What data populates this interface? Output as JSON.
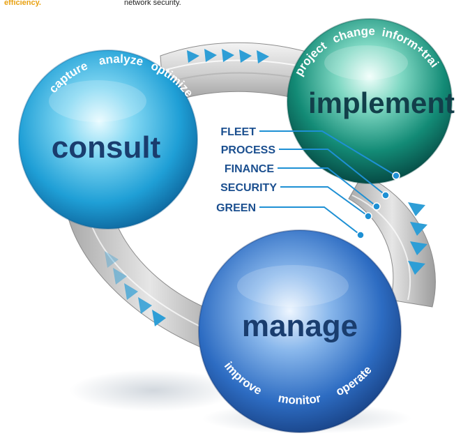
{
  "top_text": {
    "left": "efficiency.",
    "right": "network security."
  },
  "circles": {
    "consult": {
      "title": "consult",
      "arc_words": [
        "capture",
        "analyze",
        "optimize"
      ]
    },
    "implement": {
      "title": "implement",
      "arc_words": [
        "project",
        "change",
        "inform+train"
      ]
    },
    "manage": {
      "title": "manage",
      "arc_words": [
        "improve",
        "monitor",
        "operate"
      ]
    }
  },
  "categories": [
    "FLEET",
    "PROCESS",
    "FINANCE",
    "SECURITY",
    "GREEN"
  ],
  "colors": {
    "consult": "#2aa7db",
    "implement": "#0f8a7a",
    "manage": "#2f6fc4",
    "title_text": "#1a3d6e",
    "category_text": "#1b4f8f",
    "connector": "#1e90d4",
    "arrow": "#2e9ed6",
    "accent_orange": "#e8a010"
  }
}
